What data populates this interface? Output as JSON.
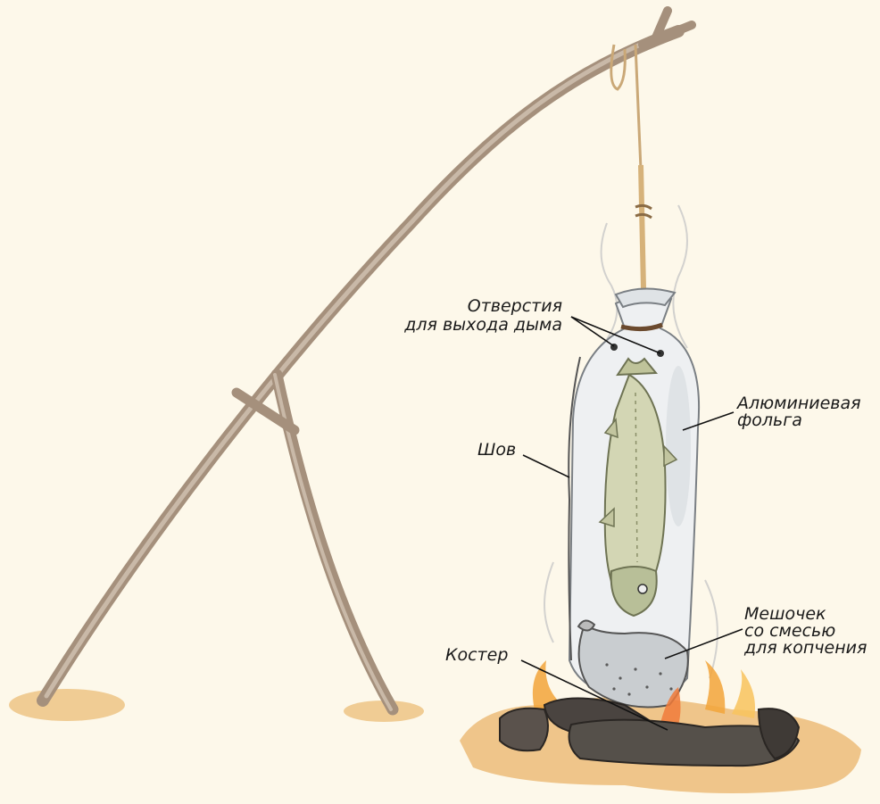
{
  "labels": {
    "holes_line1": "Отверстия",
    "holes_line2": "для выхода дыма",
    "foil_line1": "Алюминиевая",
    "foil_line2": "фольга",
    "seam": "Шов",
    "pouch_line1": "Мешочек",
    "pouch_line2": "со смесью",
    "pouch_line3": "для копчения",
    "fire": "Костер"
  },
  "colors": {
    "background": "#fdf8ea",
    "wood": "#b3a08f",
    "ground": "#e9b46a",
    "foil": "#cfd6dc",
    "fish": "#c9ccab",
    "flame": "#f2a43a",
    "log": "#4a4440"
  }
}
